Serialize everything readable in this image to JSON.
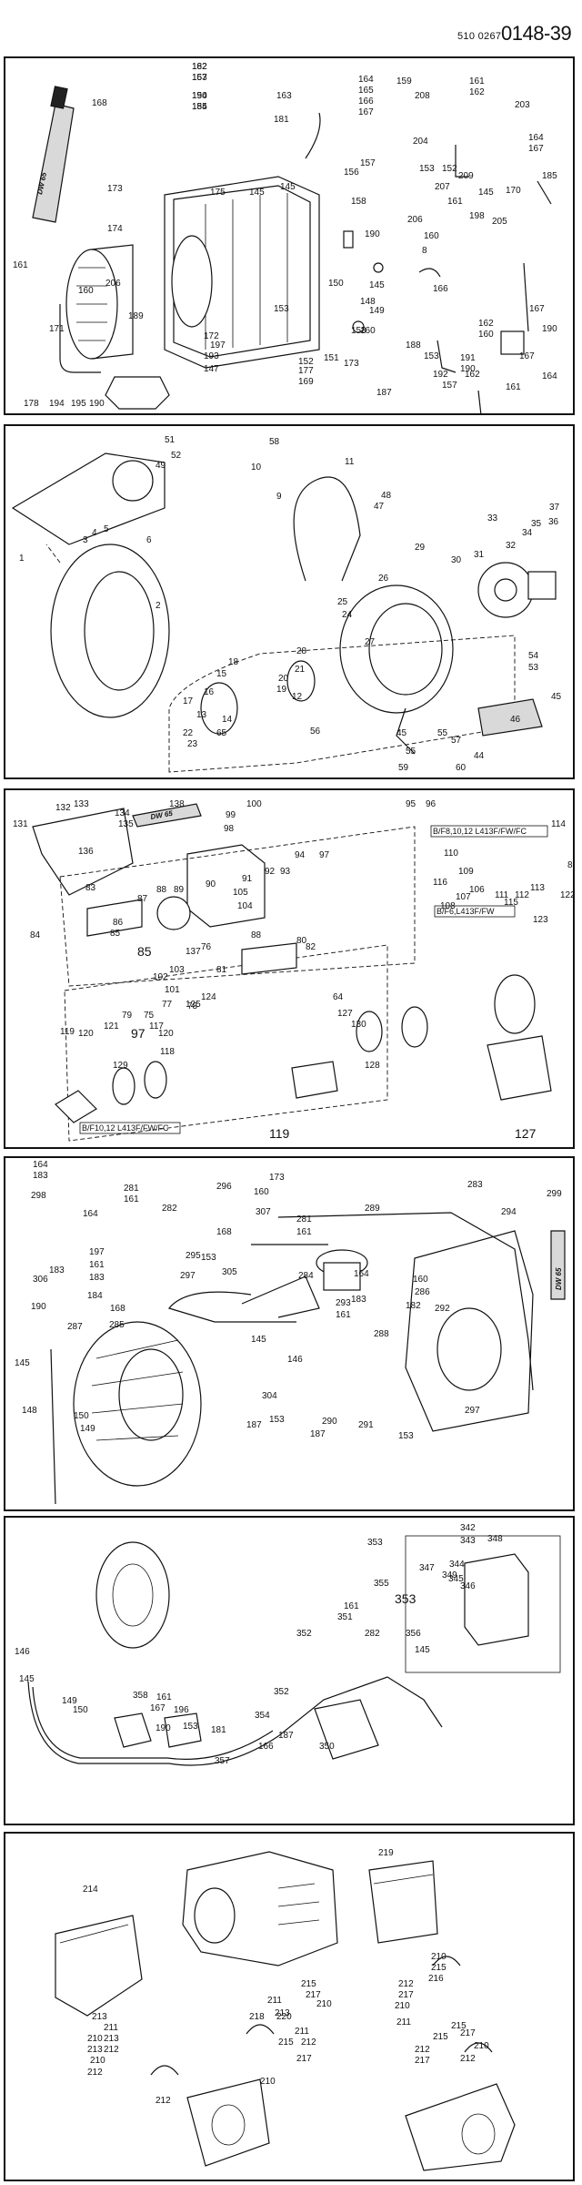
{
  "header": {
    "doc_prefix": "510 0267",
    "doc_number": "0148-39"
  },
  "panels": [
    {
      "name": "panel-1",
      "callouts": [
        "162",
        "167",
        "190",
        "184",
        "163",
        "164",
        "165",
        "166",
        "167",
        "168",
        "181",
        "159",
        "208",
        "204",
        "161",
        "162",
        "203",
        "164",
        "167",
        "185",
        "173",
        "174",
        "175",
        "145",
        "145",
        "156",
        "157",
        "158",
        "153",
        "152",
        "209",
        "207",
        "161",
        "206",
        "160",
        "190",
        "8",
        "145",
        "170",
        "198",
        "205",
        "161",
        "160",
        "206",
        "189",
        "145",
        "148",
        "149",
        "150",
        "166",
        "167",
        "171",
        "172",
        "197",
        "193",
        "147",
        "153",
        "151",
        "153",
        "152",
        "177",
        "169",
        "173",
        "160",
        "187",
        "188",
        "192",
        "153",
        "191",
        "190",
        "157",
        "162",
        "162",
        "160",
        "161",
        "190",
        "164",
        "167",
        "178",
        "194",
        "195",
        "190",
        "182",
        "153",
        "154",
        "155"
      ],
      "tube_label": "DW 65"
    },
    {
      "name": "panel-2",
      "callouts": [
        "51",
        "52",
        "49",
        "58",
        "10",
        "9",
        "11",
        "48",
        "47",
        "3",
        "4",
        "5",
        "6",
        "1",
        "2",
        "37",
        "36",
        "35",
        "34",
        "33",
        "32",
        "31",
        "30",
        "29",
        "26",
        "25",
        "24",
        "27",
        "28",
        "21",
        "20",
        "19",
        "18",
        "15",
        "16",
        "17",
        "14",
        "13",
        "22",
        "23",
        "12",
        "56",
        "55",
        "54",
        "53",
        "45",
        "46",
        "45",
        "57",
        "44",
        "55",
        "59",
        "60",
        "65"
      ]
    },
    {
      "name": "panel-3",
      "callouts": [
        "132",
        "133",
        "134",
        "135",
        "131",
        "136",
        "138",
        "100",
        "99",
        "98",
        "95",
        "96",
        "97",
        "94",
        "93",
        "92",
        "91",
        "90",
        "89",
        "88",
        "87",
        "86",
        "85",
        "84",
        "83",
        "105",
        "104",
        "103",
        "102",
        "101",
        "125",
        "124",
        "137",
        "110",
        "109",
        "116",
        "107",
        "106",
        "108",
        "111",
        "112",
        "113",
        "114",
        "115",
        "122",
        "123",
        "89",
        "88",
        "80",
        "82",
        "81",
        "78",
        "77",
        "76",
        "75",
        "79",
        "121",
        "120",
        "120",
        "117",
        "118",
        "119",
        "129",
        "130",
        "128",
        "127",
        "64"
      ],
      "big_callouts": [
        "85",
        "97",
        "119",
        "127"
      ],
      "variants": [
        "B/F8,10,12 L413F/FW/FC",
        "B/F6,L413F/FW",
        "B/F10,12 L413F/FW/FC"
      ],
      "tube_label": "DW 65"
    },
    {
      "name": "panel-4",
      "callouts": [
        "164",
        "183",
        "298",
        "281",
        "161",
        "282",
        "296",
        "160",
        "173",
        "283",
        "299",
        "164",
        "307",
        "168",
        "289",
        "294",
        "281",
        "161",
        "183",
        "197",
        "161",
        "183",
        "306",
        "297",
        "295",
        "153",
        "305",
        "284",
        "164",
        "190",
        "184",
        "168",
        "285",
        "293",
        "161",
        "160",
        "286",
        "182",
        "183",
        "292",
        "288",
        "287",
        "145",
        "146",
        "145",
        "148",
        "150",
        "149",
        "304",
        "153",
        "187",
        "290",
        "291",
        "187",
        "153",
        "297"
      ],
      "tube_label": "DW 65"
    },
    {
      "name": "panel-5",
      "callouts": [
        "342",
        "348",
        "343",
        "353",
        "344",
        "347",
        "345",
        "346",
        "349",
        "355",
        "161",
        "351",
        "282",
        "352",
        "356",
        "145",
        "146",
        "145",
        "149",
        "150",
        "358",
        "161",
        "196",
        "167",
        "190",
        "153",
        "181",
        "352",
        "354",
        "187",
        "166",
        "357",
        "350"
      ],
      "big_callouts": [
        "353"
      ]
    },
    {
      "name": "panel-6",
      "callouts": [
        "214",
        "219",
        "210",
        "215",
        "216",
        "212",
        "217",
        "210",
        "211",
        "215",
        "217",
        "210",
        "212",
        "215",
        "212",
        "217",
        "213",
        "211",
        "213",
        "212",
        "210",
        "213",
        "210",
        "212",
        "215",
        "217",
        "211",
        "213",
        "218",
        "220",
        "210",
        "211",
        "212",
        "215",
        "212",
        "217",
        "210"
      ]
    }
  ]
}
